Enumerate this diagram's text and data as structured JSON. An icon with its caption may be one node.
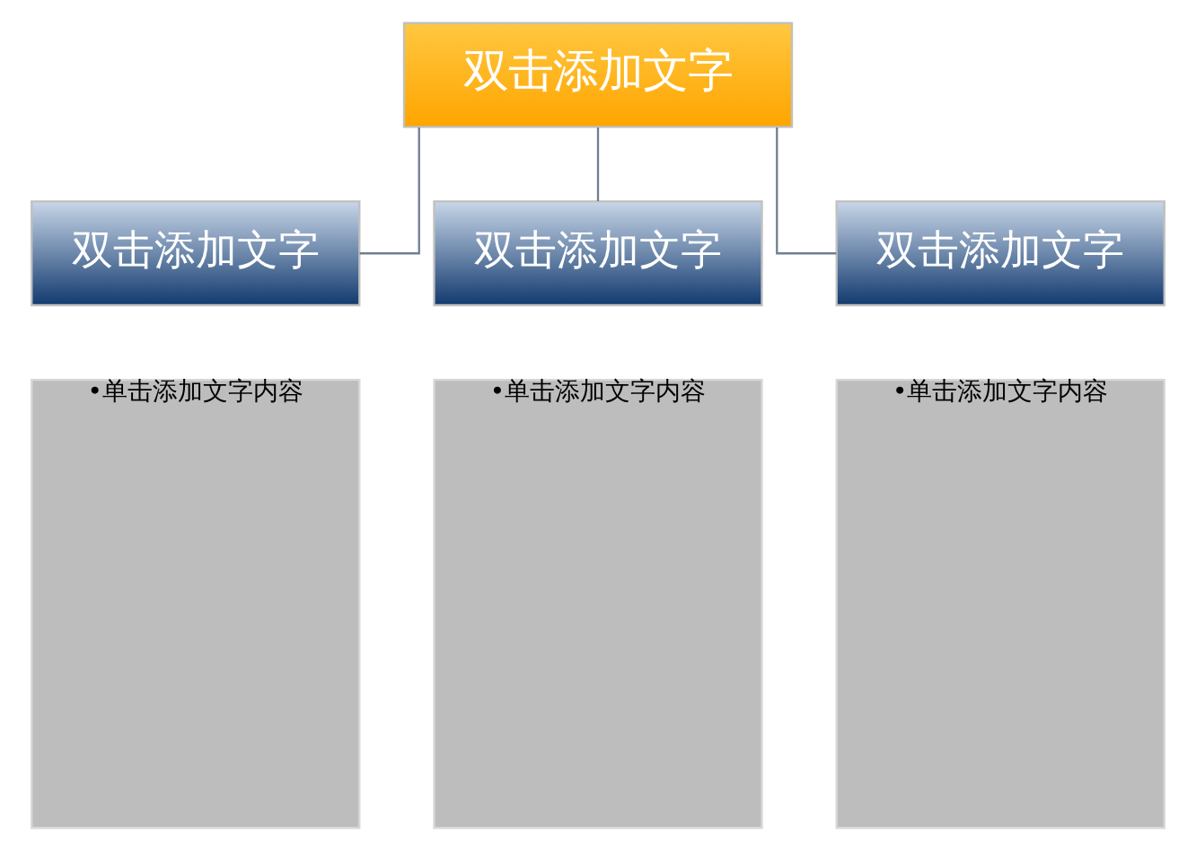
{
  "diagram": {
    "nodes": [
      {
        "text": [
          "双击添加文字"
        ]
      },
      {
        "text": [
          "双击添加文字"
        ]
      },
      {
        "text": [
          "双击添加文字"
        ]
      },
      {
        "text": [
          "双击添加文字"
        ]
      },
      {
        "text": [
          "•单击添加文字内容"
        ]
      },
      {
        "text": [
          "•单击添加文字内容"
        ]
      },
      {
        "text": [
          "•单击添加文字内容"
        ]
      }
    ],
    "edges": [
      {
        "from": 0,
        "to": 1,
        "arrow": "none"
      },
      {
        "from": 0,
        "to": 2,
        "arrow": "none"
      },
      {
        "from": 0,
        "to": 3,
        "arrow": "none"
      }
    ]
  }
}
